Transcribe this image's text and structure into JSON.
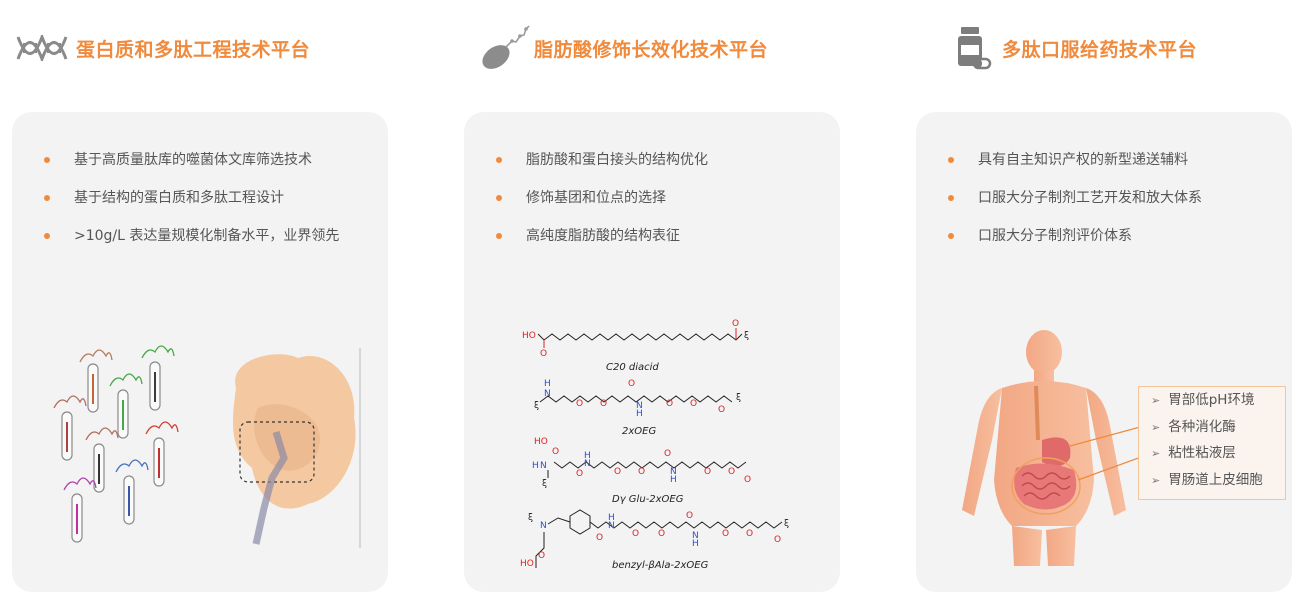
{
  "platforms": [
    {
      "title": "蛋白质和多肽工程技术平台",
      "icon": "dna-icon",
      "bullets": [
        "基于高质量肽库的噬菌体文库筛选技术",
        "基于结构的蛋白质和多肽工程设计",
        ">10g/L 表达量规模化制备水平，业界领先"
      ]
    },
    {
      "title": "脂肪酸修饰长效化技术平台",
      "icon": "molecule-balloon-icon",
      "bullets": [
        "脂肪酸和蛋白接头的结构优化",
        "修饰基团和位点的选择",
        "高纯度脂肪酸的结构表征"
      ],
      "structures": [
        "C20 diacid",
        "2xOEG",
        "Dγ Glu-2xOEG",
        "benzyl-βAla-2xOEG"
      ]
    },
    {
      "title": "多肽口服给药技术平台",
      "icon": "pill-bottle-icon",
      "bullets": [
        "具有自主知识产权的新型递送辅料",
        "口服大分子制剂工艺开发和放大体系",
        "口服大分子制剂评价体系"
      ],
      "barriers": [
        "胃部低pH环境",
        "各种消化酶",
        "粘性粘液层",
        "胃肠道上皮细胞"
      ]
    }
  ],
  "colors": {
    "accent": "#f08a3c",
    "card_bg": "#f3f3f3",
    "text": "#555555"
  }
}
